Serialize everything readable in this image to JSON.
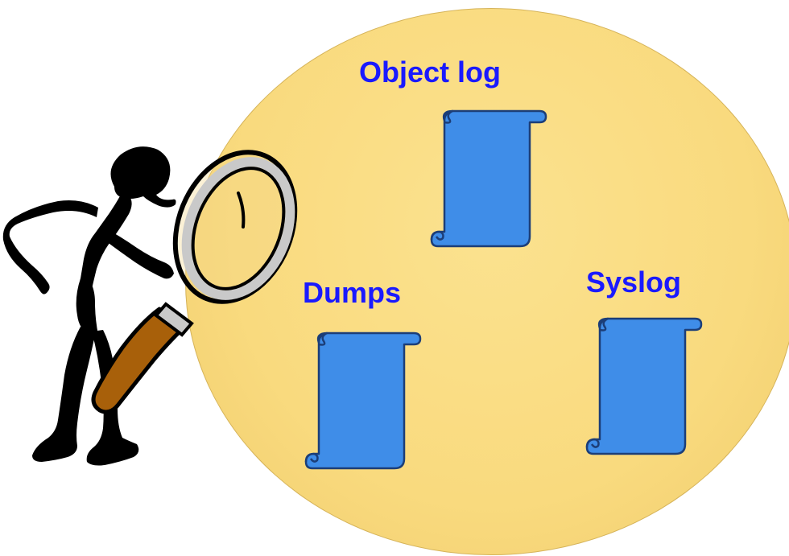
{
  "labels": {
    "object_log": "Object log",
    "dumps": "Dumps",
    "syslog": "Syslog"
  },
  "colors": {
    "ellipse_fill": "#f9da7e",
    "label_text": "#1a1aff",
    "scroll_fill": "#3f8de8",
    "scroll_stroke": "#1c3e78",
    "magnifier_handle": "#a8600a",
    "magnifier_rim": "#c9c9c9",
    "figure_fill": "#000000"
  },
  "icons": {
    "scroll": "scroll-icon",
    "figure": "detective-figure-icon",
    "magnifier": "magnifying-glass-icon"
  }
}
